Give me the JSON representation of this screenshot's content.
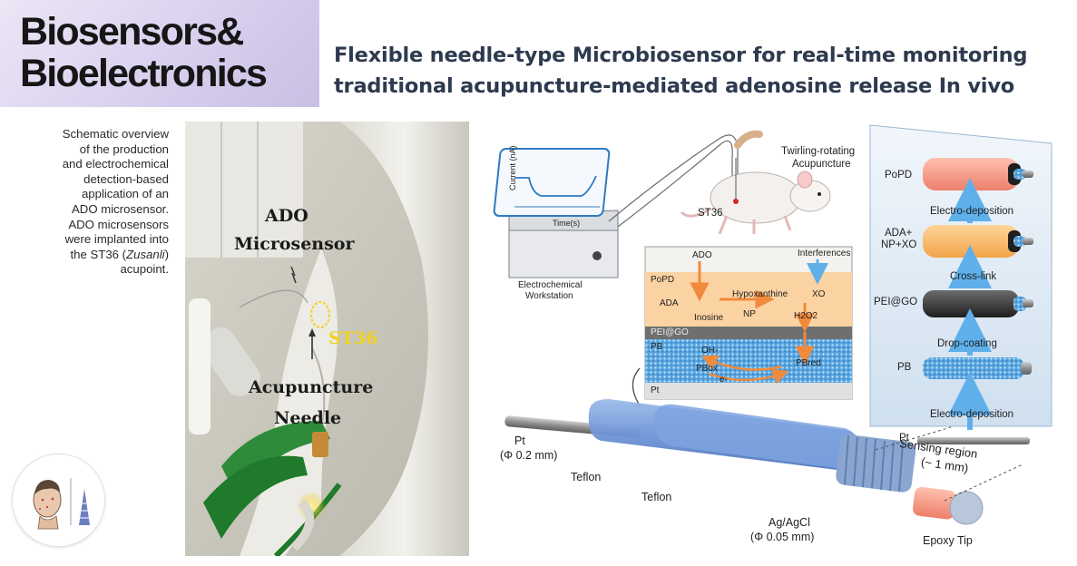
{
  "journal": {
    "line1": "Biosensors&",
    "line2": "Bioelectronics"
  },
  "headline": {
    "line1": "Flexible needle-type Microbiosensor for real-time monitoring",
    "line2": "traditional  acupuncture-mediated adenosine release In vivo"
  },
  "caption": {
    "lines": [
      "Schematic overview",
      "of the production",
      "and electrochemical",
      "detection-based",
      "application of an",
      "ADO microsensor.",
      "ADO microsensors",
      "were implanted into",
      "the ST36 ("
    ],
    "italic": "Zusanli",
    "tail": ")",
    "last": [
      "acupoint."
    ]
  },
  "photo": {
    "ado_line1": "ADO",
    "ado_line2": "Microsensor",
    "st36": "ST36",
    "needle_line1": "Acupuncture",
    "needle_line2": "Needle"
  },
  "schematic": {
    "twirling": [
      "Twirling-rotating",
      "Acupuncture"
    ],
    "st36": "ST36",
    "workstation": [
      "Electrochemical",
      "Workstation"
    ],
    "current_label": "Current   (nA)",
    "time_label": "Time(s)",
    "mech": {
      "ado": "ADO",
      "interferences": "Interferences",
      "popd": "PoPD",
      "ada": "ADA",
      "hypoxanthine": "Hypoxanthine",
      "xo": "XO",
      "inosine": "Inosine",
      "np": "NP",
      "h2o2": "H2O2",
      "peigo": "PEI@GO",
      "pb": "PB",
      "oh": "OH-",
      "pbox": "PBox",
      "pbred": "PBred",
      "e": "e-",
      "pt": "Pt"
    },
    "layers": {
      "popd": "PoPD",
      "electrodeposition_top": "Electro-deposition",
      "ada_np_xo": [
        "ADA+",
        "NP+XO"
      ],
      "crosslink": "Cross-link",
      "peigo": "PEI@GO",
      "dropcoating": "Drop-coating",
      "pb": "PB",
      "electrodeposition_bottom": "Electro-deposition",
      "pt": "Pt"
    },
    "sensing_region": [
      "Sensing region",
      "(~ 1 mm)"
    ],
    "probe": {
      "pt": [
        "Pt",
        "(Φ 0.2 mm)"
      ],
      "teflon1": "Teflon",
      "teflon2": "Teflon",
      "agagcl": [
        "Ag/AgCl",
        "(Φ 0.05 mm)"
      ],
      "epoxy": "Epoxy Tip"
    }
  }
}
